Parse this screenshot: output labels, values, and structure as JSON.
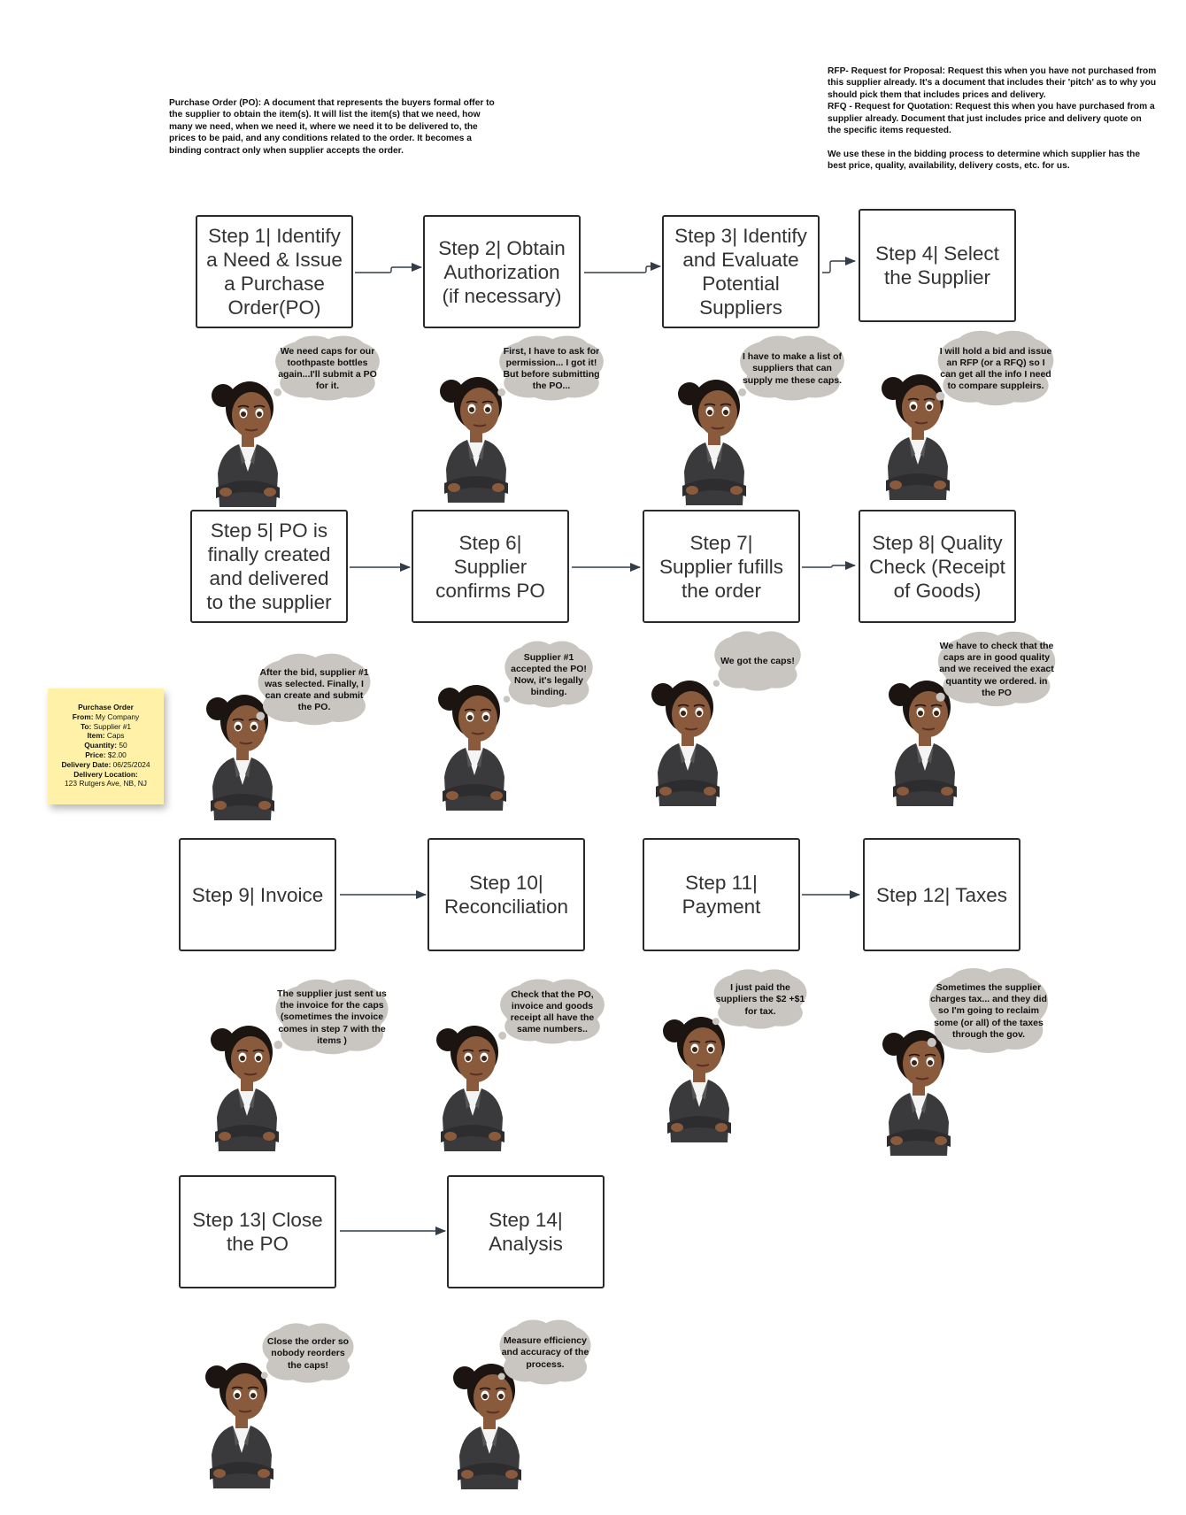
{
  "notes": {
    "po_definition": "Purchase Order (PO): A document that represents the buyers formal offer to the supplier to obtain the item(s). It will list the item(s) that we need, how many we need, when we need it, where we need it to be delivered to, the prices to be paid, and any conditions related to the order. It becomes a binding contract only when supplier accepts the order.",
    "rfp_rfq_definition": "RFP- Request for Proposal:  Request this when you have not purchased from this supplier already. It's a document that includes their 'pitch' as to why you should pick them that includes prices and delivery.\nRFQ - Request for Quotation: Request this when you have purchased from a supplier already. Document that just includes price and delivery quote on the specific items requested.\n\nWe use these in the bidding process to determine which supplier has the best price, quality, availability, delivery costs, etc. for us."
  },
  "steps": [
    {
      "label": "Step 1| Identify a Need & Issue a Purchase Order(PO)",
      "bubble": "We need caps for our toothpaste bottles again...I'll submit a PO for it."
    },
    {
      "label": "Step 2| Obtain Authorization (if necessary)",
      "bubble": "First, I have to ask for permission... I got it! But before submitting the PO..."
    },
    {
      "label": "Step 3| Identify and Evaluate Potential Suppliers",
      "bubble": "I have to make a list of suppliers that can supply me these caps."
    },
    {
      "label": "Step 4| Select the Supplier",
      "bubble": "I will hold a bid and issue an RFP (or a RFQ) so I can get all the info I need to compare suppleirs."
    },
    {
      "label": "Step 5| PO is finally created and delivered to the supplier",
      "bubble": "After the bid, supplier #1 was selected. Finally, I can create and submit the PO."
    },
    {
      "label": "Step 6| Supplier confirms PO",
      "bubble": "Supplier #1 accepted the PO! Now, it's legally binding."
    },
    {
      "label": "Step 7| Supplier fufills the order",
      "bubble": "We got the caps!"
    },
    {
      "label": "Step 8| Quality Check (Receipt of Goods)",
      "bubble": "We have to check that the caps are in good quality and we received the exact  quantity we ordered. in the PO"
    },
    {
      "label": "Step 9| Invoice",
      "bubble": "The supplier just sent us the invoice for the caps (sometimes the invoice comes in step 7 with the items )"
    },
    {
      "label": "Step 10| Reconciliation",
      "bubble": "Check that the PO, invoice and goods receipt all have the same numbers.."
    },
    {
      "label": "Step 11| Payment",
      "bubble": "I just paid the suppliers the $2 +$1 for tax."
    },
    {
      "label": "Step 12| Taxes",
      "bubble": "Sometimes the supplier charges tax... and they did so I'm going to reclaim some (or all) of the taxes through the gov."
    },
    {
      "label": "Step 13| Close the PO",
      "bubble": "Close the order so nobody reorders the caps!"
    },
    {
      "label": "Step 14| Analysis",
      "bubble": "Measure efficiency and accuracy of the process."
    }
  ],
  "sticky_note": {
    "title": "Purchase Order",
    "from_label": "From:",
    "from_value": "My Company",
    "to_label": "To:",
    "to_value": "Supplier #1",
    "item_label": "Item:",
    "item_value": "Caps",
    "quantity_label": "Quantity:",
    "quantity_value": "50",
    "price_label": "Price:",
    "price_value": "$2.00",
    "delivery_date_label": "Delivery Date:",
    "delivery_date_value": "06/25/2024",
    "delivery_location_label": "Delivery Location:",
    "delivery_location_value": "123 Rutgers Ave, NB, NJ"
  },
  "colors": {
    "box_border": "#2a2a2a",
    "arrow": "#333d47",
    "bubble": "#c9c6c1",
    "sticky": "#fff2a8",
    "suit": "#3a3a3c",
    "skin": "#8a5a3c",
    "hair": "#1b1411"
  }
}
